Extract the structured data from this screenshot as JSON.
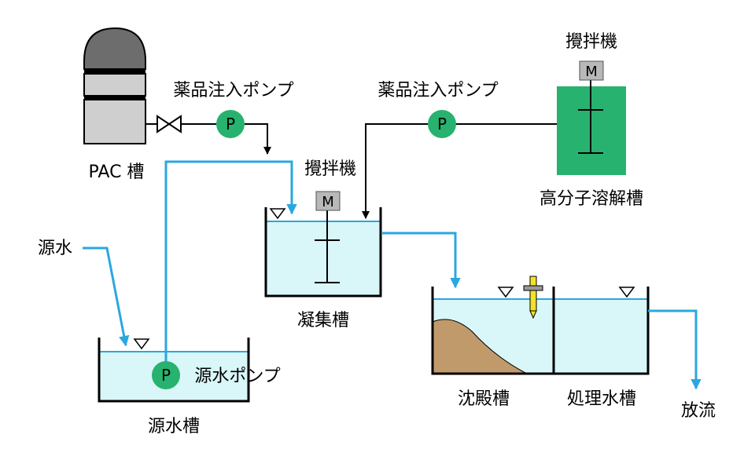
{
  "labels": {
    "pac_tank": "PAC 槽",
    "chem_pump_left": "薬品注入ポンプ",
    "chem_pump_right": "薬品注入ポンプ",
    "mixer_top": "攪拌機",
    "mixer_mid": "攪拌機",
    "polymer_tank": "高分子溶解槽",
    "source_water": "源水",
    "source_pump": "源水ポンプ",
    "source_tank": "源水槽",
    "coag_tank": "凝集槽",
    "settling_tank": "沈殿槽",
    "treated_tank": "処理水槽",
    "discharge": "放流"
  },
  "symbols": {
    "pump": "P",
    "motor": "M"
  },
  "colors": {
    "water_line": "#2aa7df",
    "water_fill": "#d9f6f8",
    "pump_fill": "#27b26f",
    "polymer_tank_fill": "#27b26f",
    "pac_top": "#6d6d6d",
    "pac_body": "#cfcfcf",
    "sludge": "#c19a6b",
    "motor_fill": "#b8b8b8",
    "sensor": "#f2e22a"
  }
}
